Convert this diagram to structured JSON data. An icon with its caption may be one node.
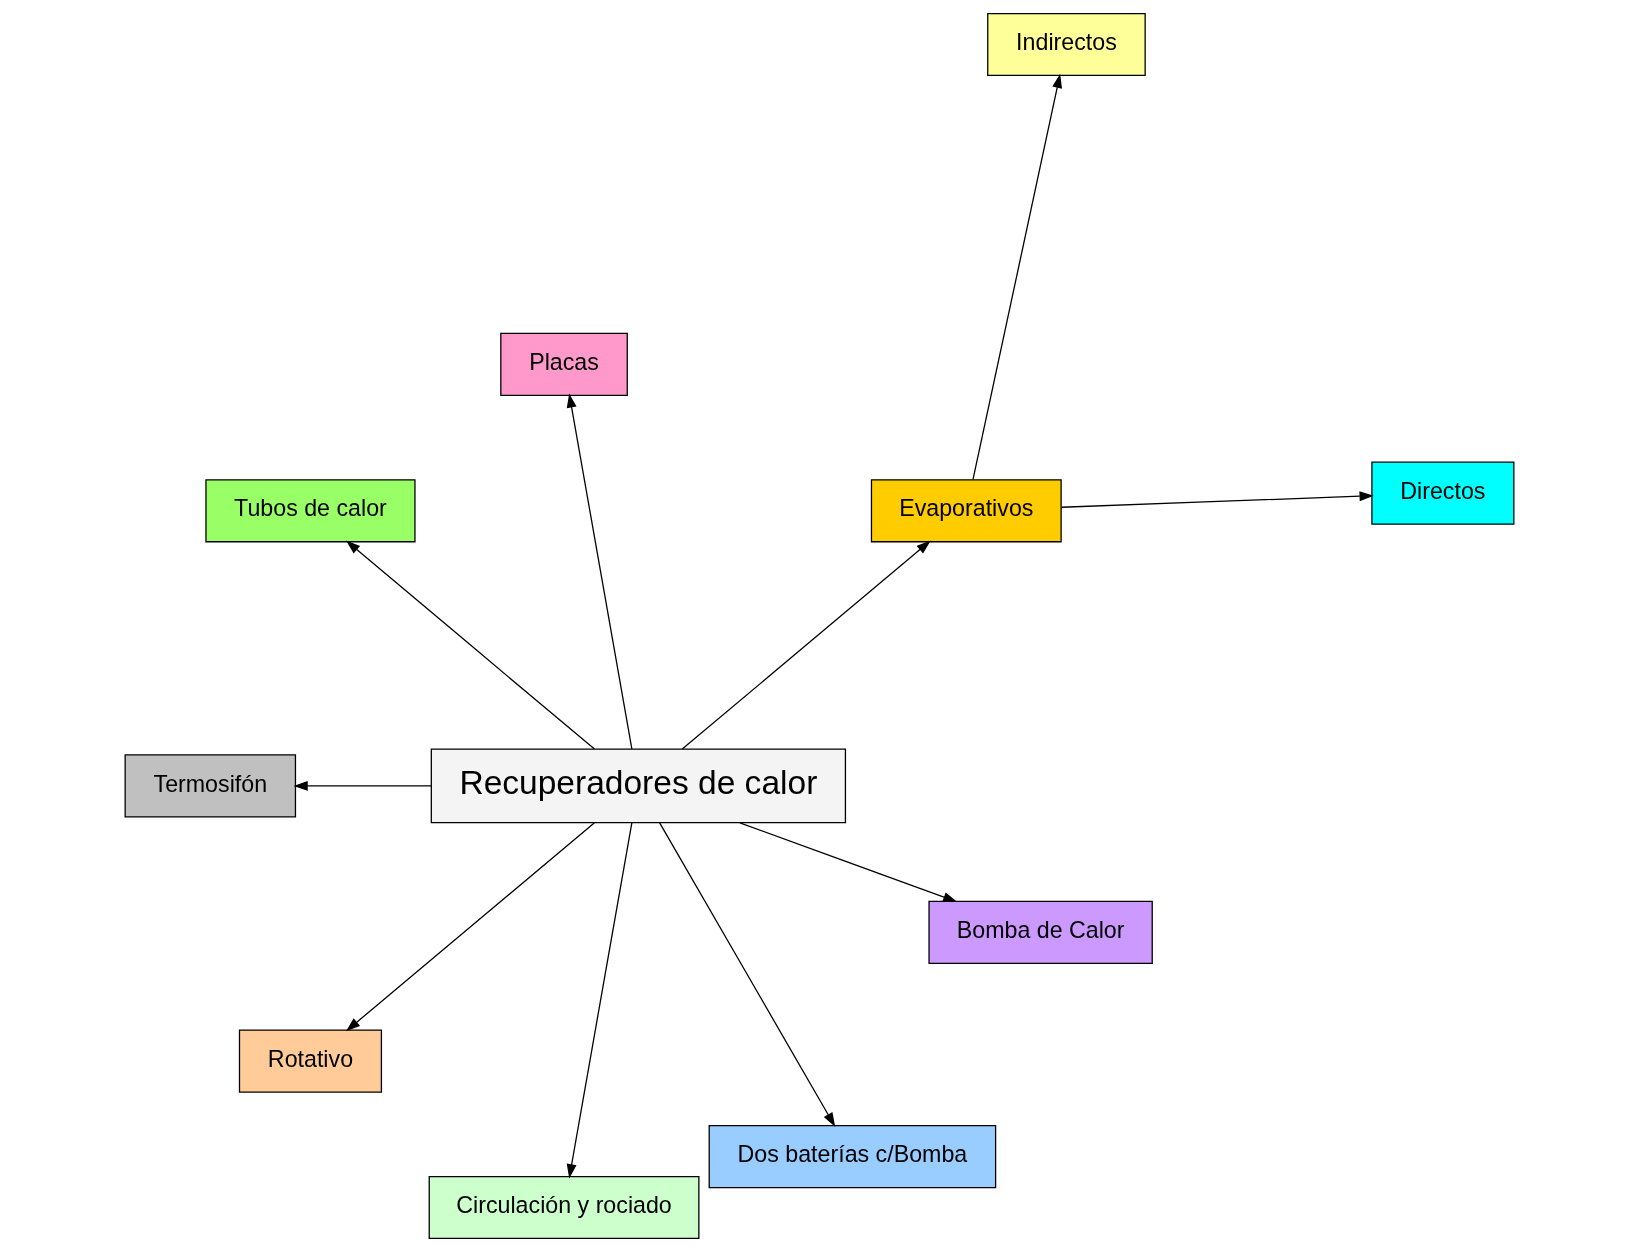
{
  "diagram": {
    "nodes": [
      {
        "text": [
          "Recuperadores de calor"
        ]
      },
      {
        "text": [
          "Directos"
        ]
      },
      {
        "text": [
          "Indirectos"
        ]
      },
      {
        "text": [
          "Evaporativos"
        ]
      },
      {
        "text": [
          "Placas"
        ]
      },
      {
        "text": [
          "Tubos de calor"
        ]
      },
      {
        "text": [
          "Termosifón"
        ]
      },
      {
        "text": [
          "Rotativo"
        ]
      },
      {
        "text": [
          "Circulación y rociado"
        ]
      },
      {
        "text": [
          "Dos baterías c/Bomba"
        ]
      },
      {
        "text": [
          "Bomba de Calor"
        ]
      }
    ],
    "edges": [
      {
        "from": 0,
        "to": 3,
        "arrow": "to"
      },
      {
        "from": 3,
        "to": 1,
        "arrow": "to"
      },
      {
        "from": 3,
        "to": 2,
        "arrow": "to"
      },
      {
        "from": 0,
        "to": 4,
        "arrow": "to"
      },
      {
        "from": 0,
        "to": 5,
        "arrow": "to"
      },
      {
        "from": 0,
        "to": 6,
        "arrow": "to"
      },
      {
        "from": 0,
        "to": 7,
        "arrow": "to"
      },
      {
        "from": 0,
        "to": 8,
        "arrow": "to"
      },
      {
        "from": 0,
        "to": 9,
        "arrow": "to"
      },
      {
        "from": 0,
        "to": 10,
        "arrow": "to"
      }
    ]
  }
}
